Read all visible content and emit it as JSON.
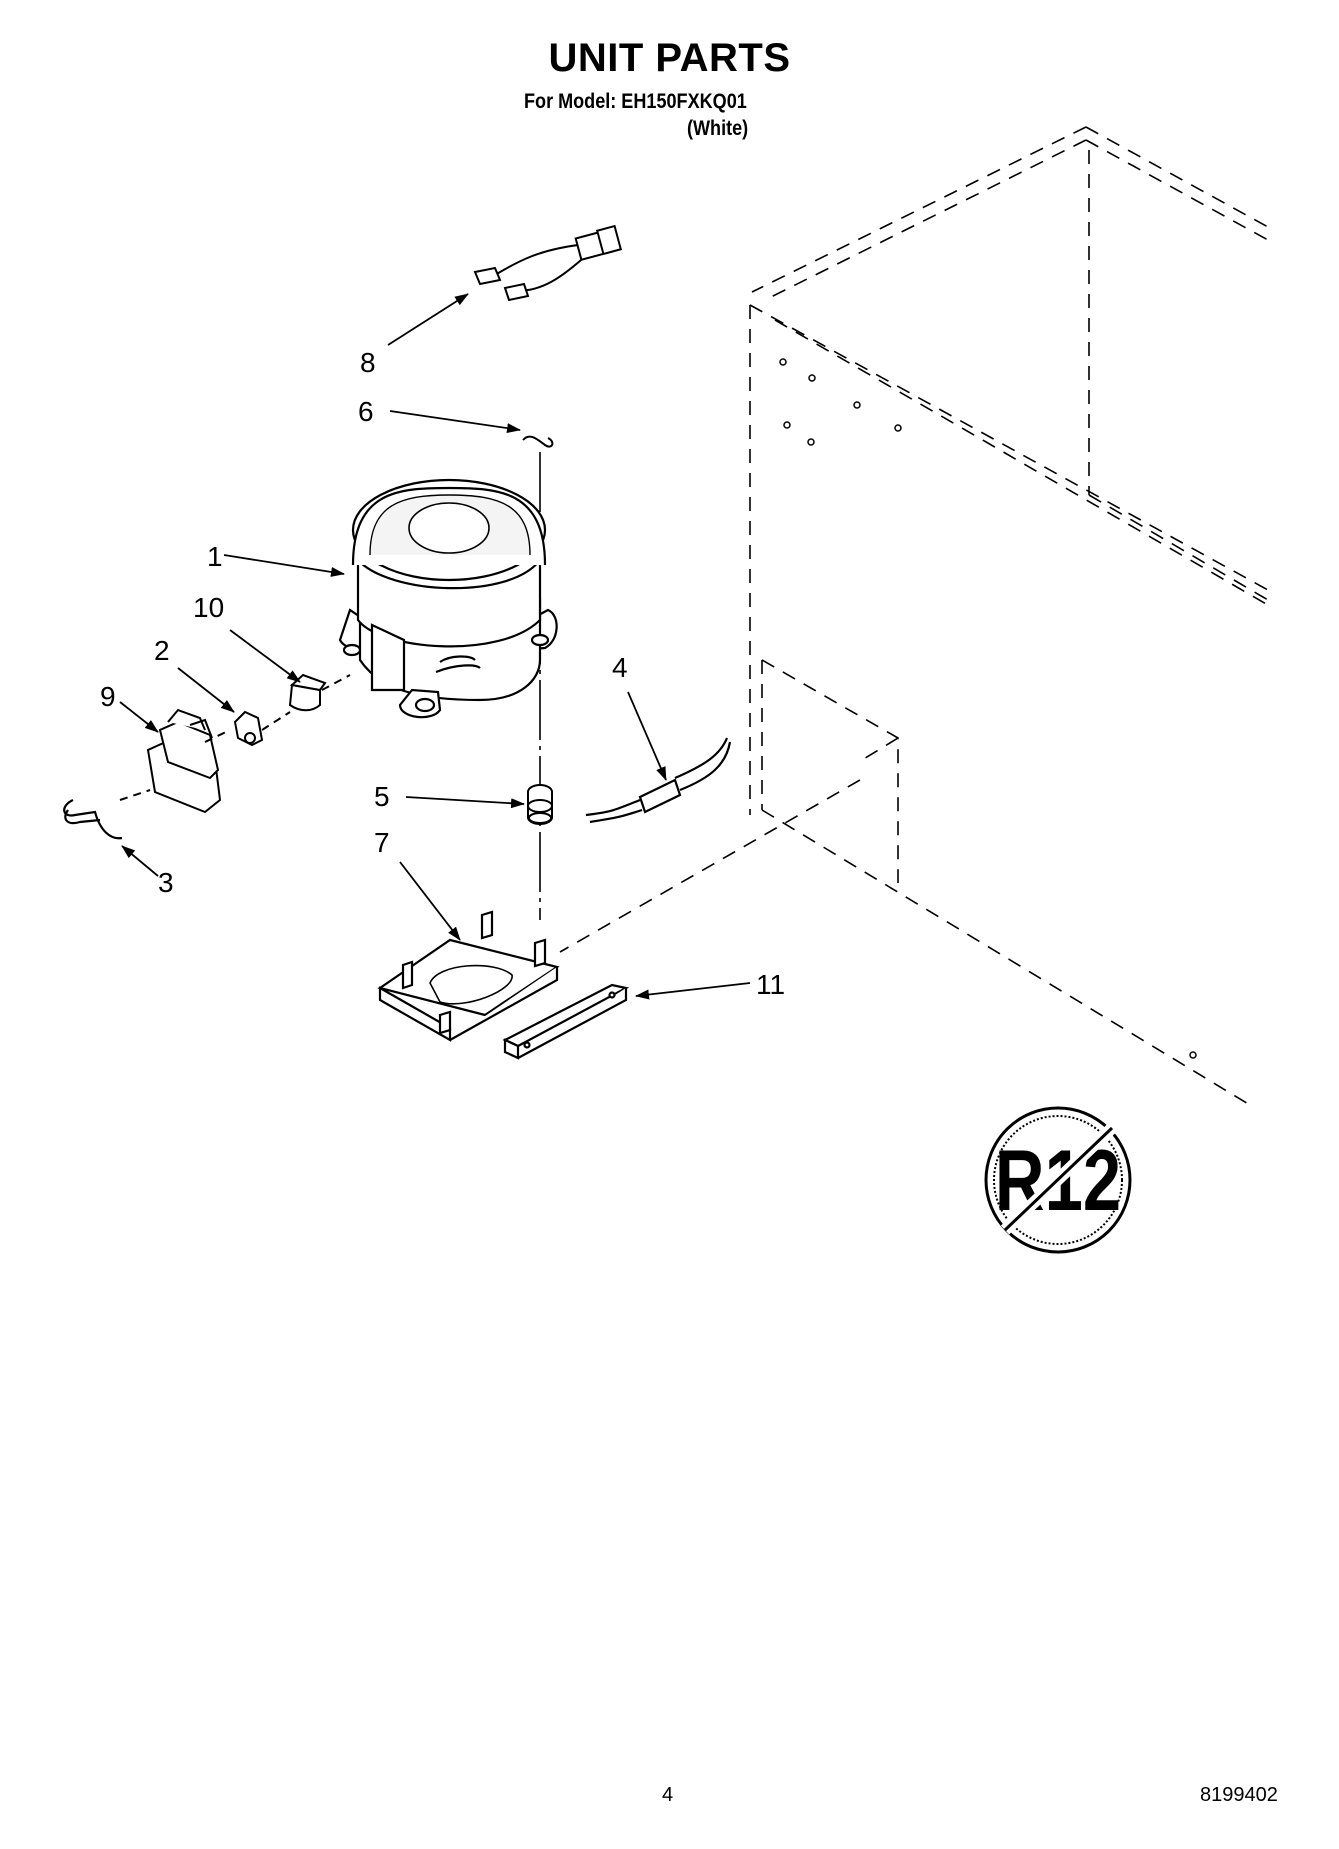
{
  "header": {
    "title": "UNIT PARTS",
    "model_line": "For Model: EH150FXKQ01",
    "color_line": "(White)"
  },
  "callouts": [
    "1",
    "2",
    "3",
    "4",
    "5",
    "6",
    "7",
    "8",
    "9",
    "10",
    "11"
  ],
  "badge": {
    "text": "R12"
  },
  "footer": {
    "page_number": "4",
    "document_number": "8199402"
  }
}
